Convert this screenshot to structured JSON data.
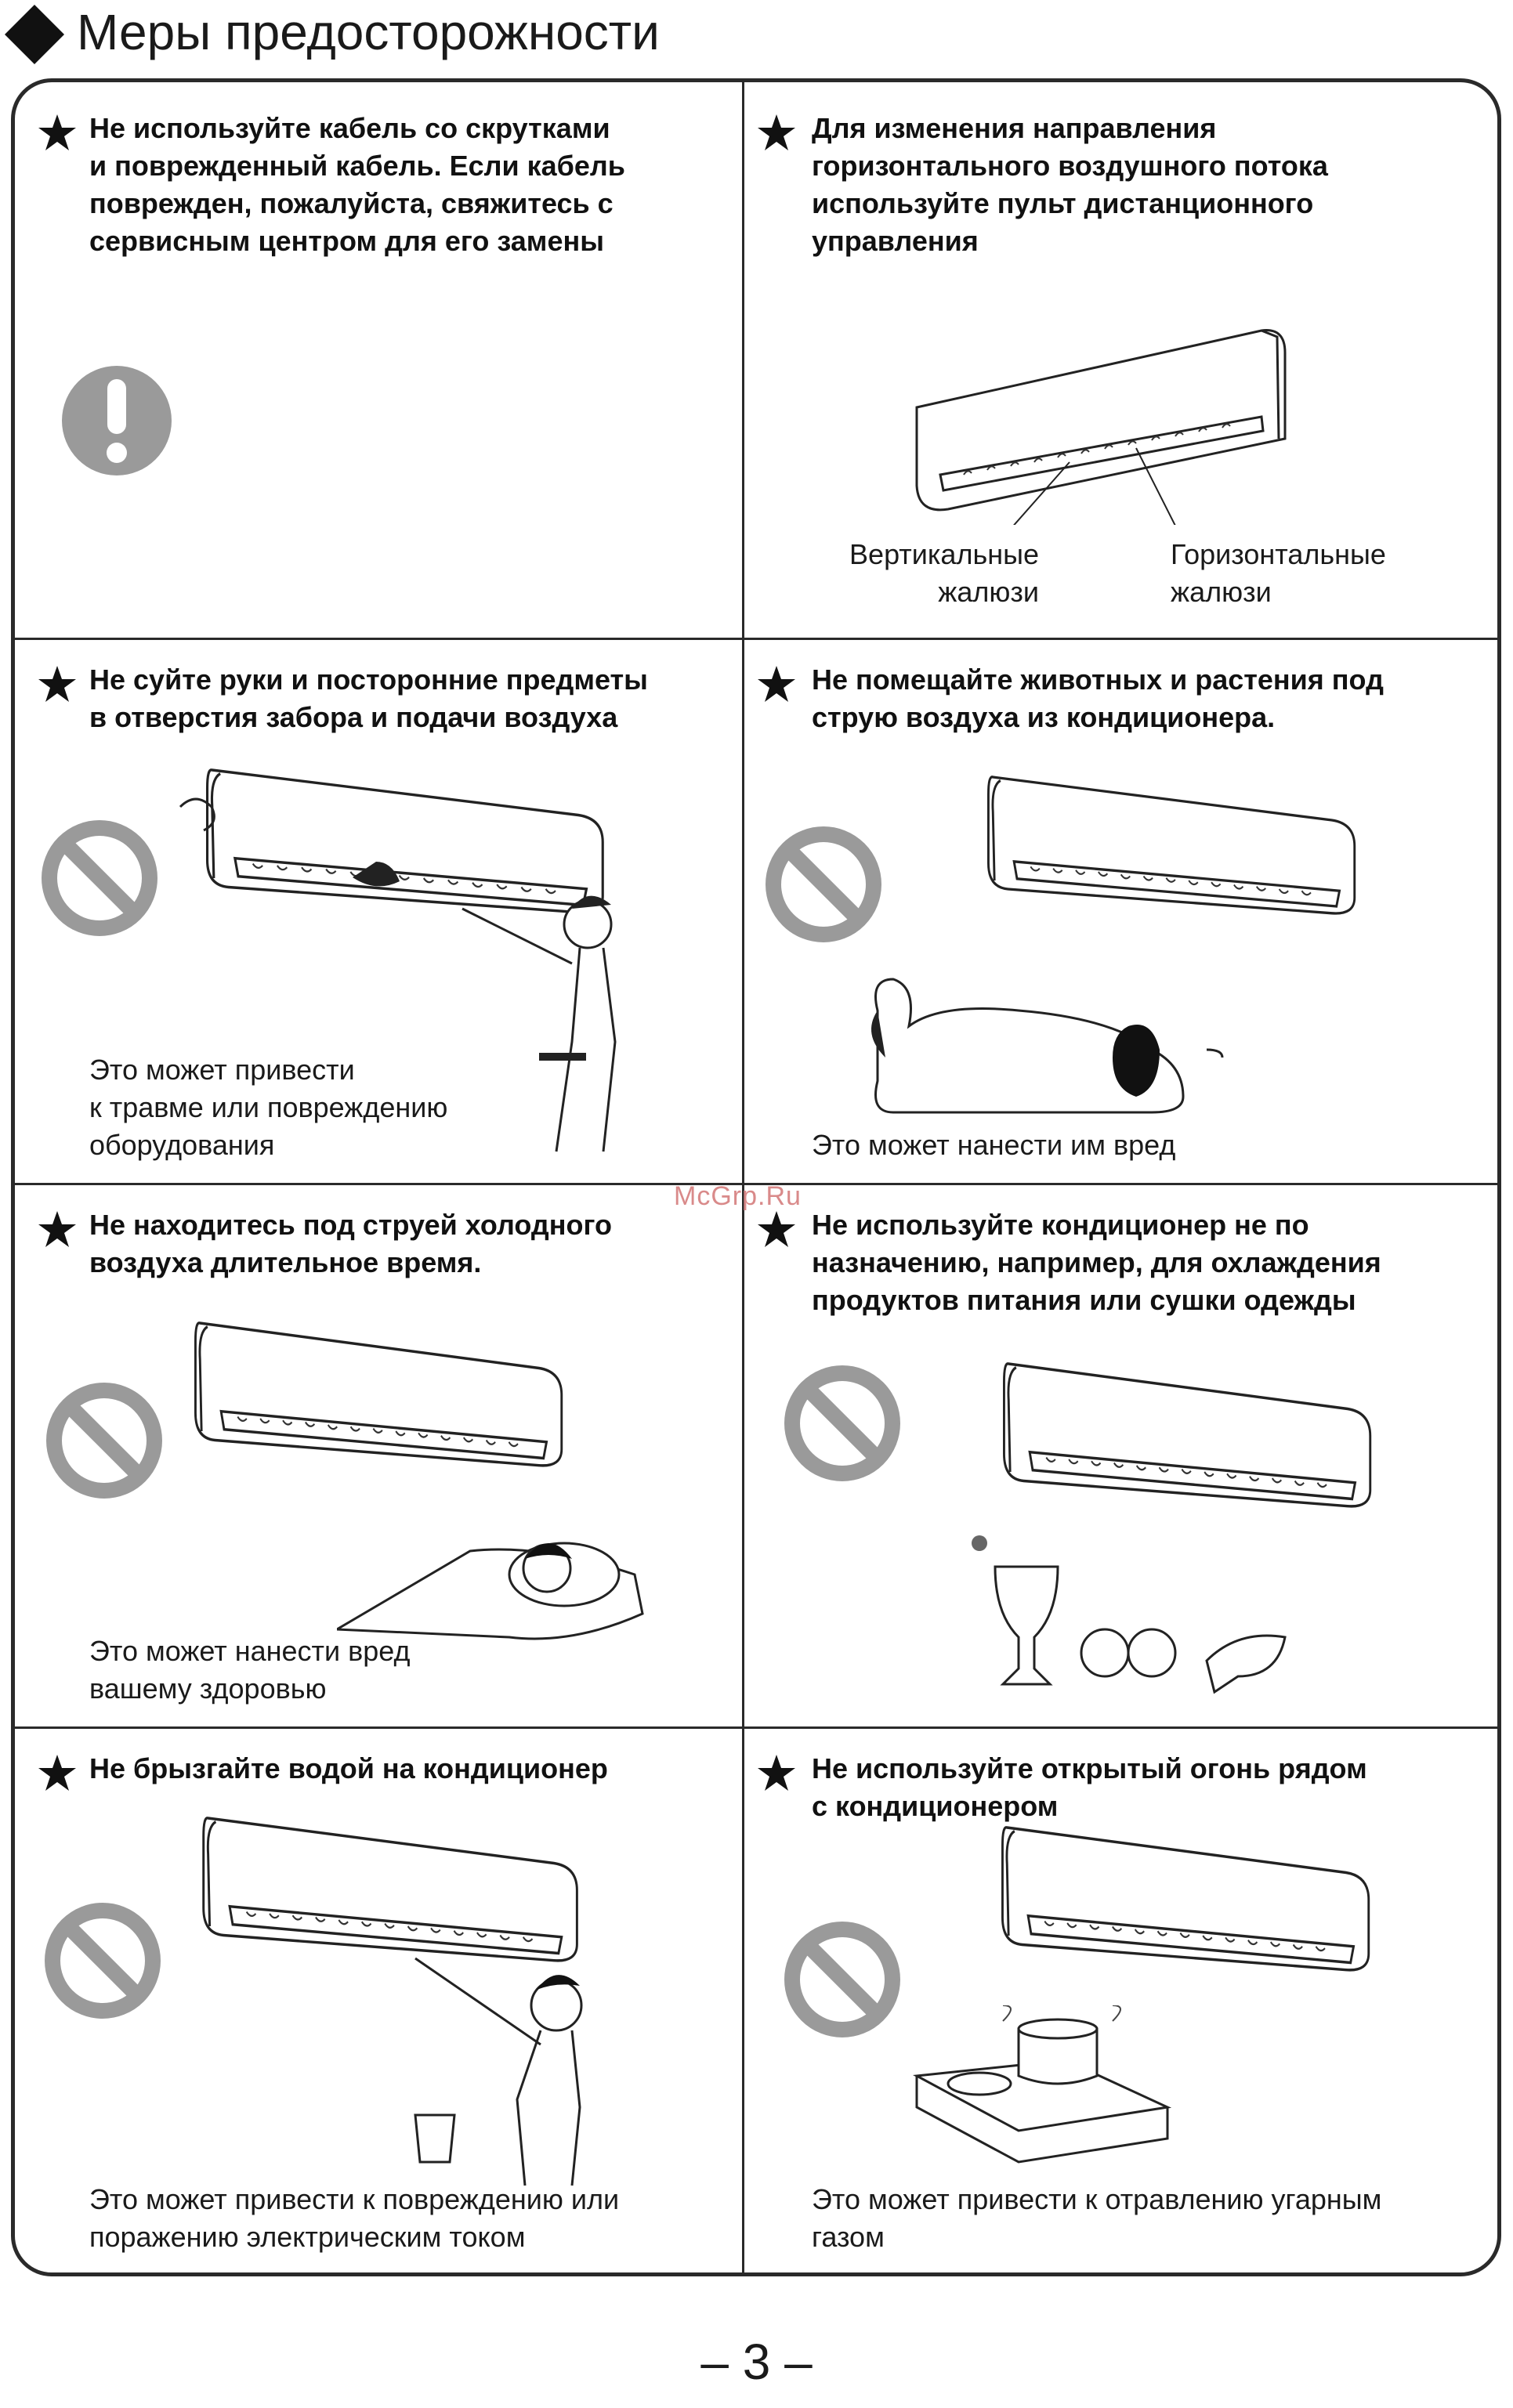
{
  "page": {
    "title": "Меры предосторожности",
    "page_number": "– 3 –",
    "watermark": "McGrp.Ru"
  },
  "cells": [
    {
      "heading": [
        "Не используйте кабель со скрутками",
        "и поврежденный кабель. Если кабель",
        "поврежден, пожалуйста, свяжитесь с",
        "сервисным центром для его замены"
      ],
      "note": [],
      "icon": "exclamation-icon"
    },
    {
      "heading": [
        "Для изменения направления",
        "горизонтального воздушного потока",
        "используйте пульт дистанционного",
        "управления"
      ],
      "note": [],
      "labels": {
        "vertical": [
          "Вертикальные",
          "жалюзи"
        ],
        "horizontal": [
          "Горизонтальные",
          "жалюзи"
        ]
      }
    },
    {
      "heading": [
        "Не суйте руки и посторонние предметы",
        "в отверстия забора и подачи воздуха"
      ],
      "note": [
        "Это может привести",
        "к травме или повреждению",
        "оборудования"
      ],
      "icon": "prohibition-icon"
    },
    {
      "heading": [
        "Не помещайте животных и растения под",
        "струю воздуха из кондиционера."
      ],
      "note": [
        "Это может нанести им вред"
      ],
      "icon": "prohibition-icon"
    },
    {
      "heading": [
        "Не находитесь под струей холодного",
        "воздуха длительное время."
      ],
      "note": [
        "Это может нанести вред",
        "вашему здоровью"
      ],
      "icon": "prohibition-icon"
    },
    {
      "heading": [
        "Не используйте кондиционер не по",
        "назначению, например, для охлаждения",
        "продуктов питания или сушки одежды"
      ],
      "note": [],
      "icon": "prohibition-icon"
    },
    {
      "heading": [
        "Не брызгайте водой на кондиционер"
      ],
      "note": [
        "Это может привести к повреждению или",
        "поражению электрическим током"
      ],
      "icon": "prohibition-icon"
    },
    {
      "heading": [
        "Не используйте открытый огонь рядом",
        "с кондиционером"
      ],
      "note": [
        "Это может привести к отравлению угарным",
        "газом"
      ],
      "icon": "prohibition-icon"
    }
  ],
  "colors": {
    "frame": "#2a2a2a",
    "icon_gray": "#9a9a9a",
    "watermark": "#d98a8a"
  }
}
